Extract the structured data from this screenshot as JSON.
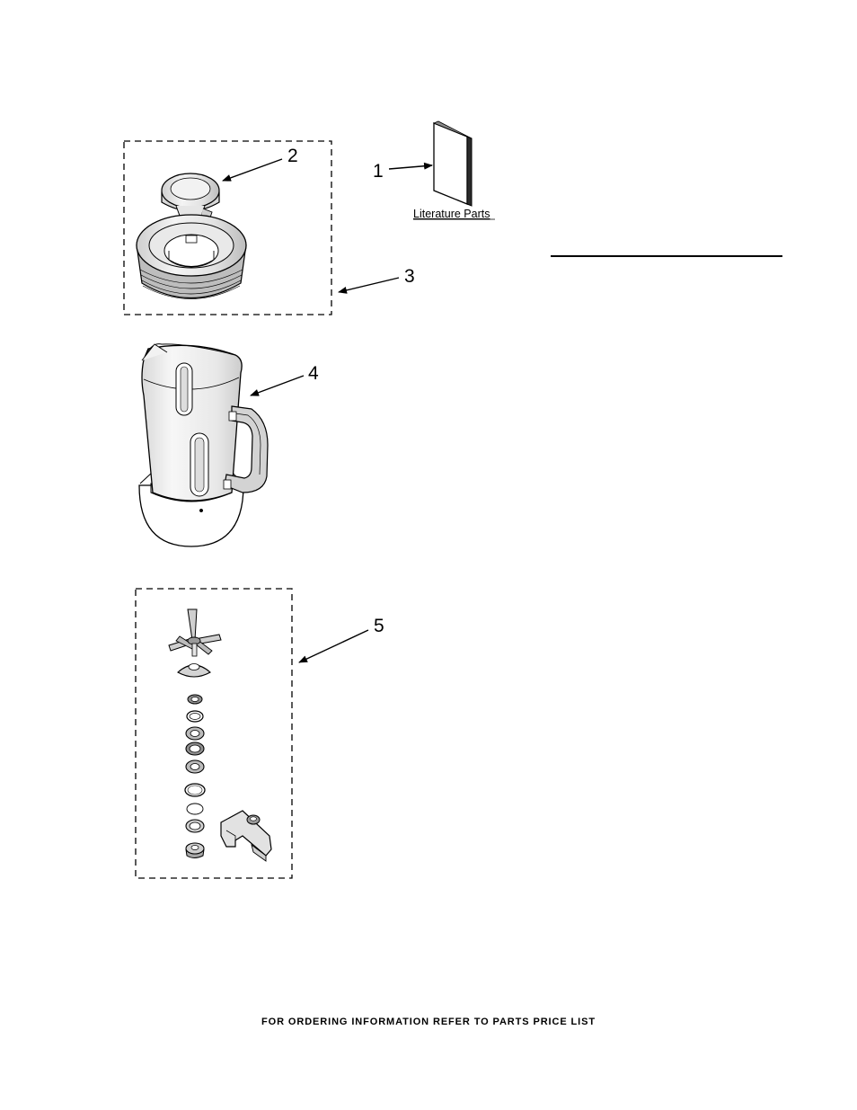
{
  "callouts": [
    {
      "id": "1",
      "label": "1"
    },
    {
      "id": "2",
      "label": "2"
    },
    {
      "id": "3",
      "label": "3"
    },
    {
      "id": "4",
      "label": "4"
    },
    {
      "id": "5",
      "label": "5"
    }
  ],
  "literature_label": "Literature Parts",
  "footer_text": "FOR ORDERING INFORMATION REFER TO PARTS PRICE LIST"
}
